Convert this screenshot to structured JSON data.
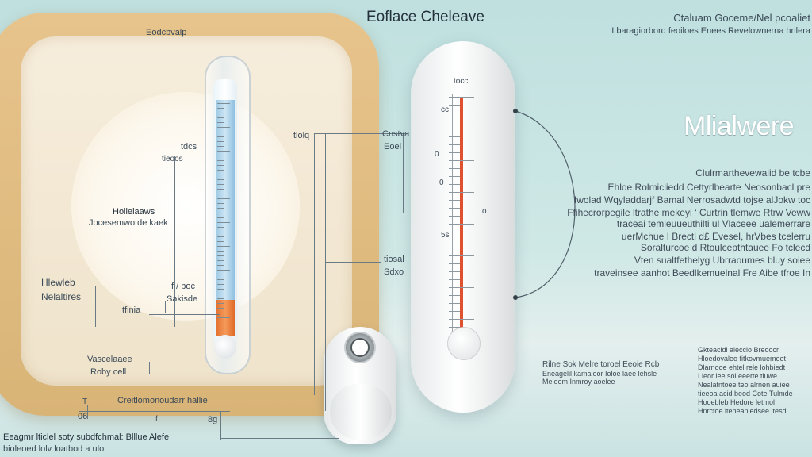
{
  "header": {
    "title": "Eoflace Cheleave",
    "top_right_line1": "Ctaluam Goceme/Nel pcoaliet",
    "top_right_line2": "I baragiorbord feoiloes Enees Revelownerna hnlera"
  },
  "frame": {
    "top_label": "Eodcbvalp",
    "bottom_label": "Creitlomonoudarr hallie"
  },
  "left_labels": {
    "l1": "tdcs",
    "l2": "tieoos",
    "l3a": "Hollelaaws",
    "l3b": "Jocesemwotde kaek",
    "l4a": "Hlewleb",
    "l4b": "Nelaltires",
    "l5": "tfinia",
    "l6a": "f / boc",
    "l6b": "Sakisde",
    "l7a": "Vascelaaee",
    "l7b": "Roby cell"
  },
  "mid_labels": {
    "m1": "tlolq",
    "m2a": "Cnstva",
    "m2b": "Eoel",
    "m3a": "tiosal",
    "m3b": "Sdxo",
    "scale1": "tocc",
    "scale2": "cc",
    "scale3": "0",
    "scale4": "0",
    "scale5": "o",
    "scale6": "5s"
  },
  "bottom_ruler": {
    "n1": "06",
    "n2": "T",
    "n3": "f",
    "n4": "8g",
    "line1": "Eeagmr lticlel soty subdfchmal: Blllue Alefe",
    "line2": "bioleoed lolv loatbod a ulo"
  },
  "right_panel": {
    "title": "Mlialwere",
    "lines": [
      "Clulrmarthevewalid be tcbe",
      "Ehloe Rolmicliedd Cettyrlbearte Neosonbacl pre",
      "Iwolad Wqyladdarjf Bamal Nerrosadwtd tojse alJokw toc",
      "Ffihecrorpegile ltrathe mekeyi ‘ Curtrin tlemwe Rtrw Veww",
      "traceai temleuueuthilti ul Vlaceee ualemerrare",
      "uerMchue I Brectl d£ Evesel, hrVbes tcelerru",
      "Soralturcoe d Rtoulcepthtauee Fo tclecd",
      "Vten sualtfethelyg Ubrraoumes bluy soiee",
      "traveinsee aanhot Beedlkemuelnal Fre Aibe tfroe In"
    ]
  },
  "cards": {
    "card1_title": "Rilne Sok Melre toroel Eeoie Rcb",
    "card1_lines": [
      "Eneagelil kamaloor Ioloe laee lehsle",
      "Meleem Inmroy aoelee"
    ],
    "card2_lines": [
      "Gkteacldl aleccio Breoocr",
      "Hloedovaleo fitkovmuemeet",
      "Dlarnooe ehtel rele lohbiedt",
      "Lleor lee sol eeerte tluwe",
      "Nealatntoee teo alrnen auiee",
      "tieeoa acid beod Cote Tulmde",
      "Hooebleb Hedore letmol",
      "Hnrctoe lteheaniedsee ltesd"
    ]
  }
}
